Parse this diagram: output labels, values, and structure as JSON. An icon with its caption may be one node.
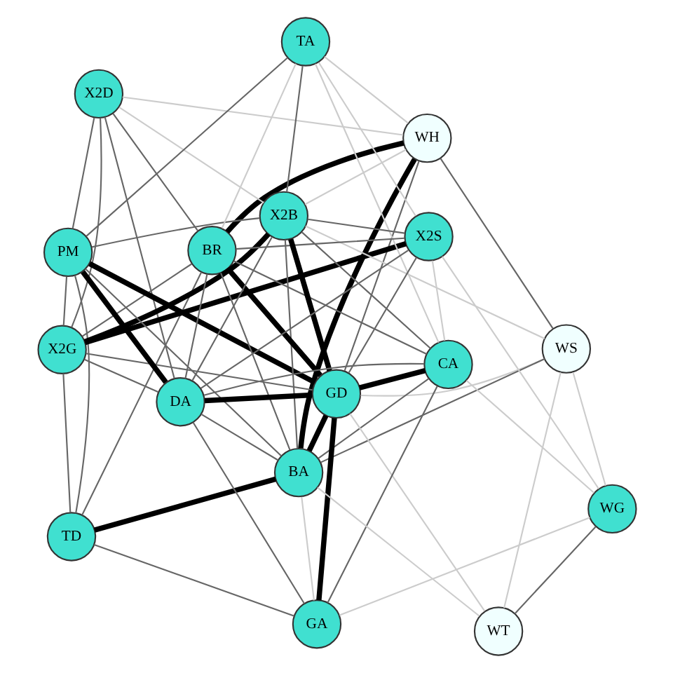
{
  "diagram": {
    "nodes": [
      {
        "text": [
          "TD"
        ]
      },
      {
        "text": [
          "WH"
        ]
      },
      {
        "text": [
          "X2D"
        ]
      },
      {
        "text": [
          "X2G"
        ]
      },
      {
        "text": [
          "PM"
        ]
      },
      {
        "text": [
          "TA"
        ]
      },
      {
        "text": [
          "WS"
        ]
      },
      {
        "text": [
          "BA"
        ]
      },
      {
        "text": [
          "BR"
        ]
      },
      {
        "text": [
          "X2B"
        ]
      },
      {
        "text": [
          "GD"
        ]
      },
      {
        "text": [
          "DA"
        ]
      },
      {
        "text": [
          "X2S"
        ]
      },
      {
        "text": [
          "CA"
        ]
      },
      {
        "text": [
          "GA"
        ]
      },
      {
        "text": [
          "WT"
        ]
      },
      {
        "text": [
          "WG"
        ]
      }
    ],
    "edges": [
      {
        "from": 0,
        "to": 7,
        "arrow": "none",
        "style": "thick",
        "color": "#000000"
      },
      {
        "from": 0,
        "to": 8,
        "arrow": "none"
      },
      {
        "from": 0,
        "to": 14,
        "arrow": "none"
      },
      {
        "from": 0,
        "to": 3,
        "arrow": "none"
      },
      {
        "from": 0,
        "to": 4,
        "arrow": "none"
      },
      {
        "from": 1,
        "to": 7,
        "arrow": "none",
        "style": "thick",
        "color": "#000000"
      },
      {
        "from": 1,
        "to": 8,
        "arrow": "none",
        "style": "thick",
        "color": "#000000"
      },
      {
        "from": 1,
        "to": 10,
        "arrow": "none"
      },
      {
        "from": 1,
        "to": 6,
        "arrow": "none"
      },
      {
        "from": 1,
        "to": 2,
        "arrow": "none",
        "color": "#cccccc"
      },
      {
        "from": 1,
        "to": 5,
        "arrow": "none",
        "color": "#cccccc"
      },
      {
        "from": 1,
        "to": 9,
        "arrow": "none",
        "color": "#cccccc"
      },
      {
        "from": 2,
        "to": 3,
        "arrow": "none"
      },
      {
        "from": 2,
        "to": 4,
        "arrow": "none"
      },
      {
        "from": 2,
        "to": 8,
        "arrow": "none"
      },
      {
        "from": 2,
        "to": 11,
        "arrow": "none"
      },
      {
        "from": 2,
        "to": 9,
        "arrow": "none",
        "color": "#cccccc"
      },
      {
        "from": 3,
        "to": 9,
        "arrow": "none",
        "style": "thick",
        "color": "#000000"
      },
      {
        "from": 3,
        "to": 4,
        "arrow": "none"
      },
      {
        "from": 3,
        "to": 12,
        "arrow": "none",
        "style": "thick",
        "color": "#000000"
      },
      {
        "from": 3,
        "to": 11,
        "arrow": "none"
      },
      {
        "from": 3,
        "to": 8,
        "arrow": "none"
      },
      {
        "from": 3,
        "to": 10,
        "arrow": "none"
      },
      {
        "from": 4,
        "to": 9,
        "arrow": "none"
      },
      {
        "from": 4,
        "to": 10,
        "arrow": "none",
        "style": "thick",
        "color": "#000000"
      },
      {
        "from": 4,
        "to": 11,
        "arrow": "none",
        "style": "thick",
        "color": "#000000"
      },
      {
        "from": 4,
        "to": 5,
        "arrow": "none"
      },
      {
        "from": 4,
        "to": 7,
        "arrow": "none"
      },
      {
        "from": 5,
        "to": 9,
        "arrow": "none"
      },
      {
        "from": 5,
        "to": 8,
        "arrow": "none",
        "color": "#cccccc"
      },
      {
        "from": 5,
        "to": 12,
        "arrow": "none",
        "color": "#cccccc"
      },
      {
        "from": 5,
        "to": 13,
        "arrow": "none",
        "color": "#cccccc"
      },
      {
        "from": 7,
        "to": 6,
        "arrow": "none"
      },
      {
        "from": 7,
        "to": 8,
        "arrow": "none"
      },
      {
        "from": 7,
        "to": 10,
        "arrow": "none",
        "style": "thick",
        "color": "#000000"
      },
      {
        "from": 7,
        "to": 13,
        "arrow": "none"
      },
      {
        "from": 7,
        "to": 14,
        "arrow": "none",
        "color": "#cccccc"
      },
      {
        "from": 7,
        "to": 11,
        "arrow": "none"
      },
      {
        "from": 7,
        "to": 9,
        "arrow": "none"
      },
      {
        "from": 6,
        "to": 10,
        "arrow": "none",
        "color": "#cccccc"
      },
      {
        "from": 6,
        "to": 15,
        "arrow": "none",
        "color": "#cccccc"
      },
      {
        "from": 6,
        "to": 16,
        "arrow": "none",
        "color": "#cccccc"
      },
      {
        "from": 6,
        "to": 9,
        "arrow": "none",
        "color": "#cccccc"
      },
      {
        "from": 8,
        "to": 10,
        "arrow": "none",
        "style": "thick",
        "color": "#000000"
      },
      {
        "from": 8,
        "to": 13,
        "arrow": "none"
      },
      {
        "from": 8,
        "to": 11,
        "arrow": "none"
      },
      {
        "from": 8,
        "to": 12,
        "arrow": "none"
      },
      {
        "from": 9,
        "to": 10,
        "arrow": "none",
        "style": "thick",
        "color": "#000000"
      },
      {
        "from": 9,
        "to": 11,
        "arrow": "none"
      },
      {
        "from": 9,
        "to": 13,
        "arrow": "none"
      },
      {
        "from": 9,
        "to": 12,
        "arrow": "none"
      },
      {
        "from": 10,
        "to": 11,
        "arrow": "none",
        "style": "thick",
        "color": "#000000"
      },
      {
        "from": 10,
        "to": 13,
        "arrow": "none",
        "style": "thick",
        "color": "#000000"
      },
      {
        "from": 10,
        "to": 14,
        "arrow": "none",
        "style": "thick",
        "color": "#000000"
      },
      {
        "from": 10,
        "to": 15,
        "arrow": "none",
        "color": "#cccccc"
      },
      {
        "from": 10,
        "to": 12,
        "arrow": "none"
      },
      {
        "from": 11,
        "to": 12,
        "arrow": "none"
      },
      {
        "from": 11,
        "to": 13,
        "arrow": "none"
      },
      {
        "from": 11,
        "to": 14,
        "arrow": "none"
      },
      {
        "from": 12,
        "to": 13,
        "arrow": "none",
        "color": "#cccccc"
      },
      {
        "from": 12,
        "to": 16,
        "arrow": "none",
        "color": "#cccccc"
      },
      {
        "from": 13,
        "to": 14,
        "arrow": "none"
      },
      {
        "from": 13,
        "to": 16,
        "arrow": "none",
        "color": "#cccccc"
      },
      {
        "from": 15,
        "to": 16,
        "arrow": "none"
      },
      {
        "from": 15,
        "to": 7,
        "arrow": "none",
        "color": "#cccccc"
      },
      {
        "from": 14,
        "to": 16,
        "arrow": "none",
        "color": "#cccccc"
      }
    ]
  }
}
